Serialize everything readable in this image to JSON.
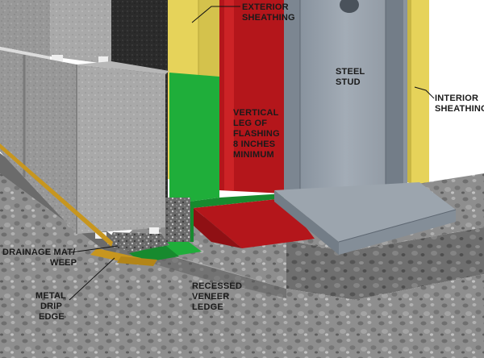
{
  "labels": {
    "exterior_sheathing": [
      "EXTERIOR",
      "SHEATHING"
    ],
    "steel_stud": [
      "STEEL",
      "STUD"
    ],
    "interior_sheathing": [
      "INTERIOR",
      "SHEATHING"
    ],
    "vertical_leg": [
      "VERTICAL",
      "LEG OF",
      "FLASHING",
      "8 INCHES",
      "MINIMUM"
    ],
    "drainage_mat": [
      "DRAINAGE MAT/",
      "WEEP"
    ],
    "metal_drip_edge": [
      "METAL",
      "DRIP",
      "EDGE"
    ],
    "recessed_veneer_ledge": [
      "RECESSED",
      "VENEER",
      "LEDGE"
    ]
  },
  "colors": {
    "flashing": "#1fae3a",
    "air_barrier": "#b4161b",
    "sheathing": "#e6d35a",
    "concrete": "#8d8d8d",
    "block": "#9a9a9a",
    "steel": "#8f98a3",
    "drip_edge": "#c7961f"
  }
}
